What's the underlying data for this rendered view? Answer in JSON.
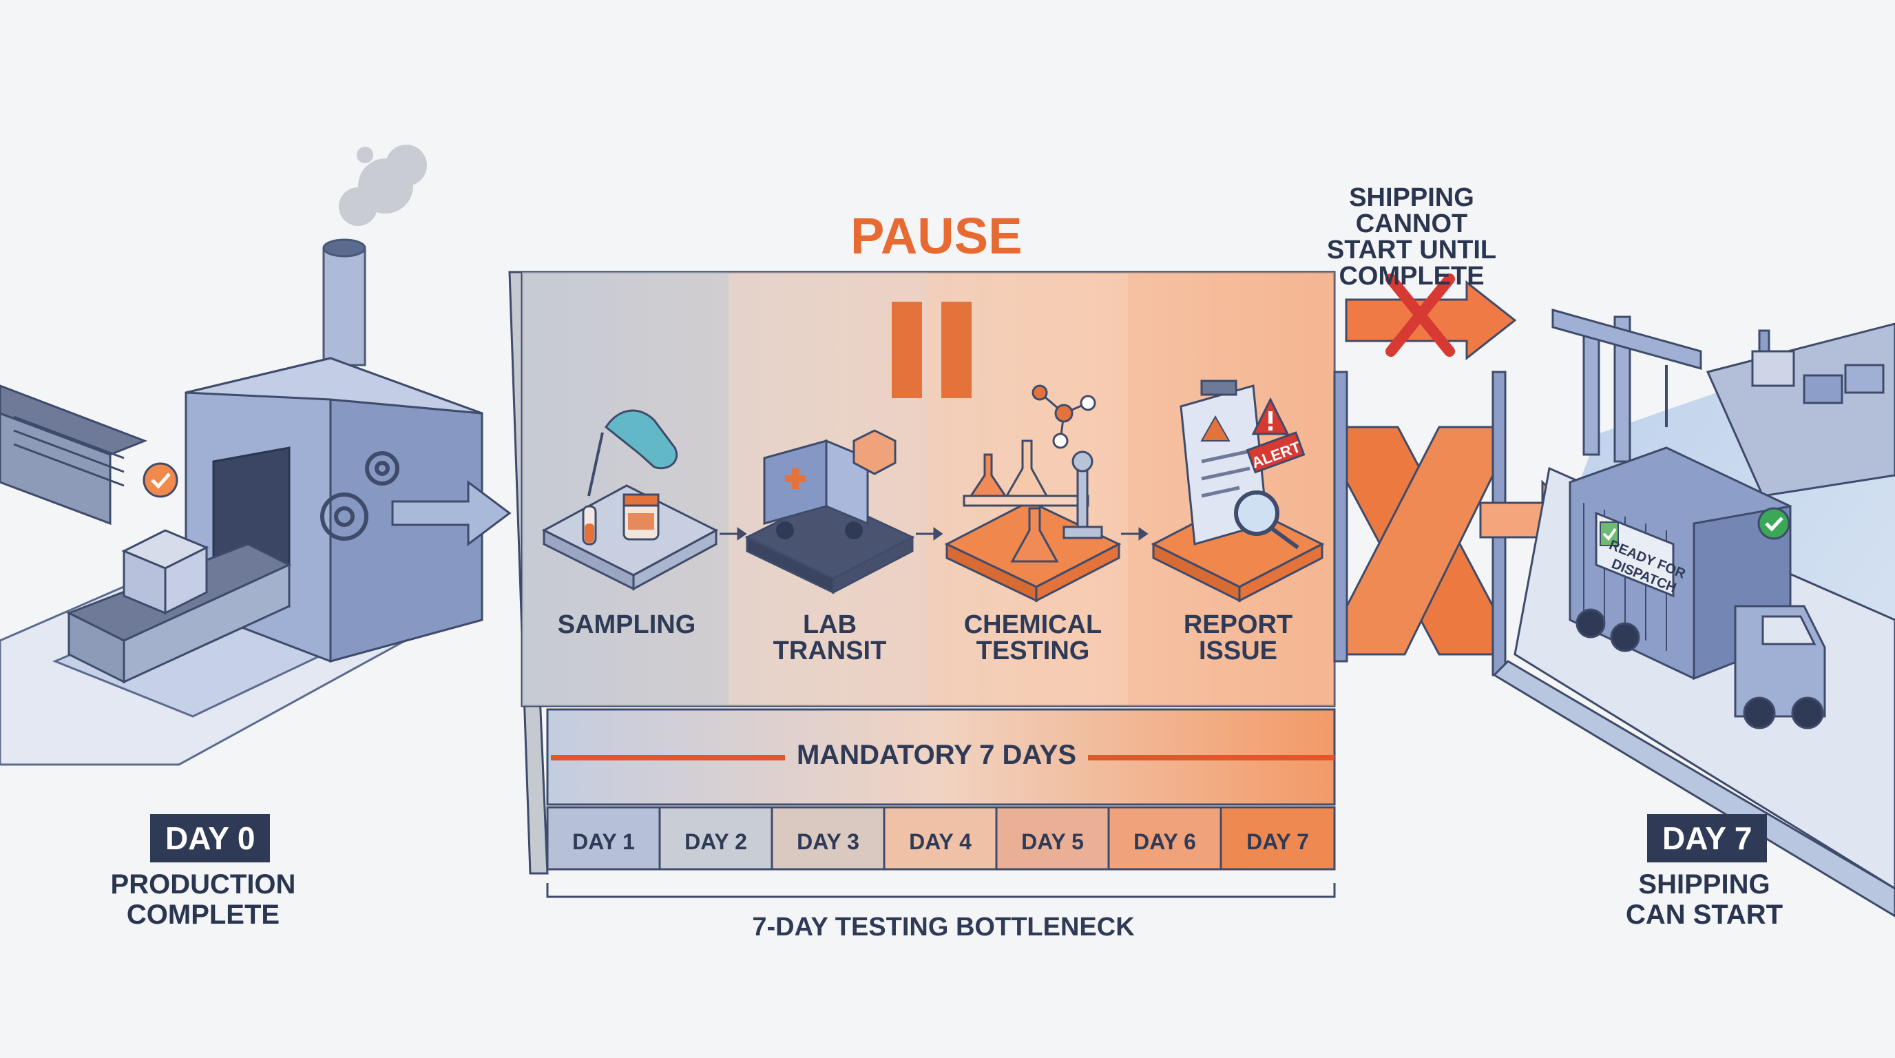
{
  "production": {
    "day_badge": "DAY 0",
    "caption_line1": "PRODUCTION",
    "caption_line2": "COMPLETE"
  },
  "testing": {
    "pause_label": "PAUSE",
    "steps": [
      {
        "line1": "SAMPLING",
        "line2": ""
      },
      {
        "line1": "LAB",
        "line2": "TRANSIT"
      },
      {
        "line1": "CHEMICAL",
        "line2": "TESTING"
      },
      {
        "line1": "REPORT",
        "line2": "ISSUE"
      }
    ],
    "mandatory_label": "MANDATORY 7 DAYS",
    "days": [
      "DAY 1",
      "DAY 2",
      "DAY 3",
      "DAY 4",
      "DAY 5",
      "DAY 6",
      "DAY 7"
    ],
    "bottleneck_label": "7-DAY TESTING BOTTLENECK",
    "alert_tag": "ALERT"
  },
  "blocked_note": {
    "line1": "SHIPPING CANNOT",
    "line2": "START UNTIL",
    "line3": "COMPLETE"
  },
  "shipping": {
    "day_badge": "DAY 7",
    "caption_line1": "SHIPPING",
    "caption_line2": "CAN START",
    "container_label_line1": "READY FOR",
    "container_label_line2": "DISPATCH"
  },
  "colors": {
    "accent": "#e86a33",
    "navy": "#2f3a56",
    "steel": "#8d9fc8",
    "danger": "#d63a32",
    "success": "#3aa856"
  }
}
